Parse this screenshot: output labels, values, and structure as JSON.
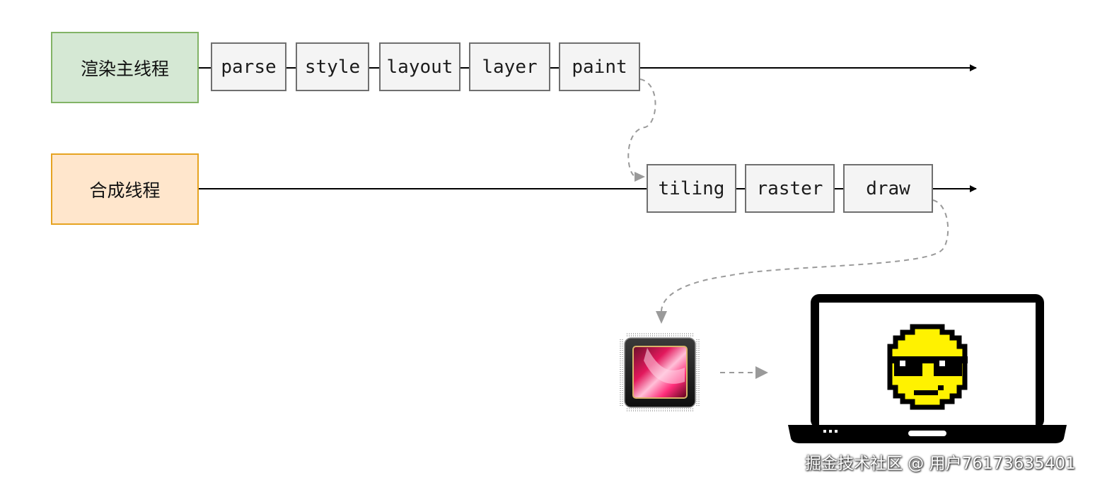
{
  "colors": {
    "main_thread_fill": "#d5e8d4",
    "main_thread_border": "#82b366",
    "compositor_fill": "#ffe6cc",
    "compositor_border": "#e6a321",
    "step_fill": "#f4f4f4",
    "step_border": "#6f6f6f",
    "arrow": "#000000",
    "dashed": "#9a9a9a",
    "smiley_yellow": "#fff200"
  },
  "threads": {
    "main": {
      "label": "渲染主线程"
    },
    "compositor": {
      "label": "合成线程"
    }
  },
  "main_steps": [
    "parse",
    "style",
    "layout",
    "layer",
    "paint"
  ],
  "compositor_steps": [
    "tiling",
    "raster",
    "draw"
  ],
  "icons": {
    "gpu": "gpu-chip-icon",
    "laptop": "laptop-icon",
    "smiley": "sunglasses-smiley-icon"
  },
  "watermark": "掘金技术社区 @ 用户76173635401"
}
